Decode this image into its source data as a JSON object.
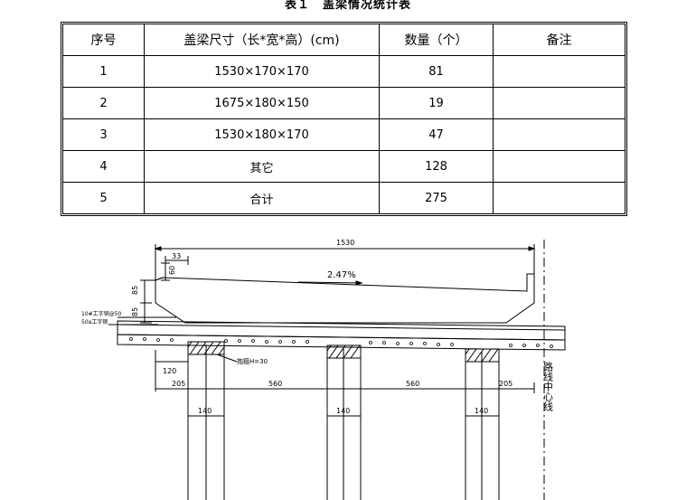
{
  "document": {
    "caption": "表１　盖梁情况统计表",
    "table": {
      "headers": [
        "序号",
        "盖梁尺寸（长*宽*高）(cm)",
        "数量（个）",
        "备注"
      ],
      "rows": [
        [
          "1",
          "1530×170×170",
          "81",
          ""
        ],
        [
          "2",
          "1675×180×150",
          "19",
          ""
        ],
        [
          "3",
          "1530×180×170",
          "47",
          ""
        ],
        [
          "4",
          "其它",
          "128",
          ""
        ],
        [
          "5",
          "合计",
          "275",
          ""
        ]
      ]
    }
  },
  "drawing": {
    "dim_total": "1530",
    "dim_33": "33",
    "dim_60": "60",
    "dim_85_top": "85",
    "dim_85_bottom": "85",
    "slope": "2.47%",
    "label_steel_10": "10#工字钢@50",
    "label_steel_50": "50a工字钢",
    "dim_120": "120",
    "label_hoop": "抱箍H=30",
    "dim_205_left": "205",
    "dim_560_left": "560",
    "dim_560_right": "560",
    "dim_205_right": "205",
    "dim_140_a": "140",
    "dim_140_b": "140",
    "dim_140_c": "140",
    "road_centerline": "路线中心线"
  }
}
